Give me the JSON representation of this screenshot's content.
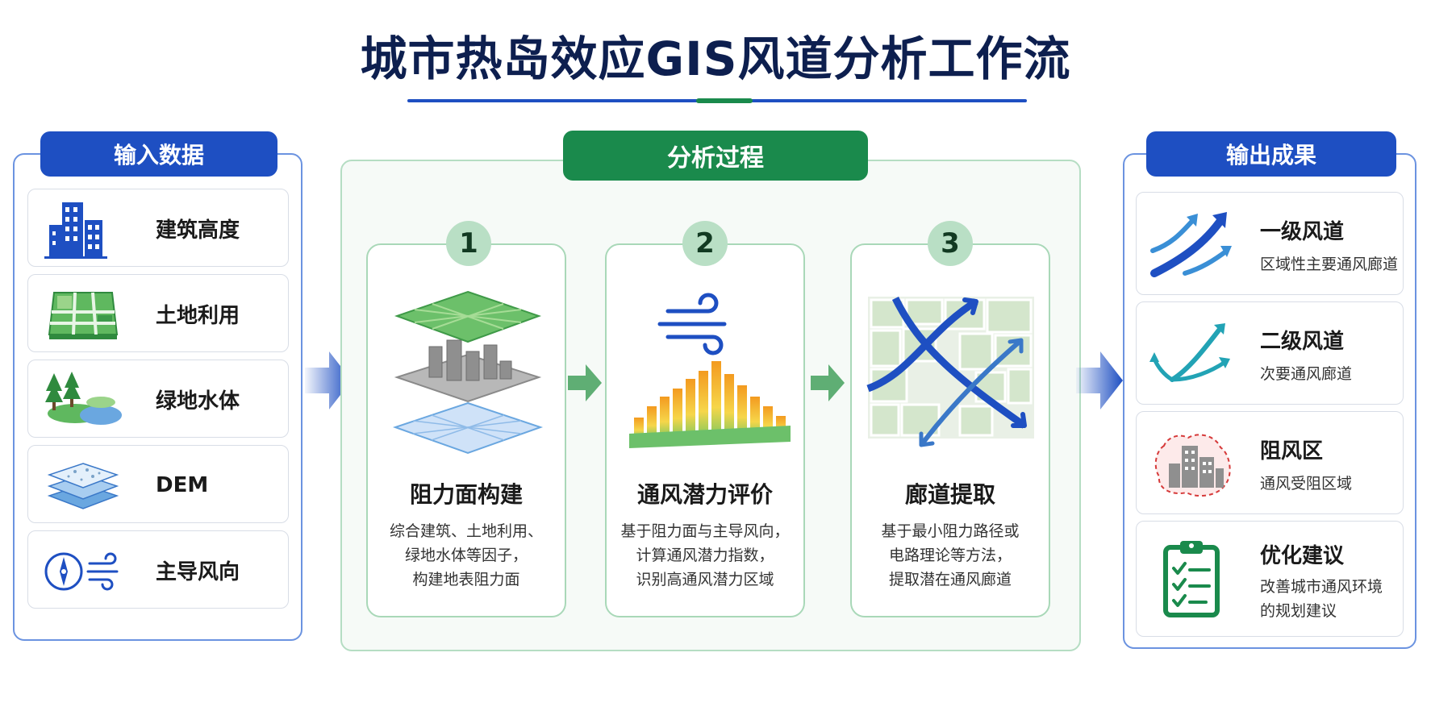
{
  "title": "城市热岛效应GIS风道分析工作流",
  "input": {
    "header": "输入数据",
    "items": [
      {
        "label": "建筑高度",
        "icon": "building-icon"
      },
      {
        "label": "土地利用",
        "icon": "land-use-map-icon"
      },
      {
        "label": "绿地水体",
        "icon": "trees-water-icon"
      },
      {
        "label": "DEM",
        "icon": "dem-layers-icon"
      },
      {
        "label": "主导风向",
        "icon": "compass-wind-icon"
      }
    ]
  },
  "process": {
    "header": "分析过程",
    "steps": [
      {
        "number": "1",
        "title": "阻力面构建",
        "desc": [
          "综合建筑、土地利用、",
          "绿地水体等因子，",
          "构建地表阻力面"
        ]
      },
      {
        "number": "2",
        "title": "通风潜力评价",
        "desc": [
          "基于阻力面与主导风向，",
          "计算通风潜力指数，",
          "识别高通风潜力区域"
        ]
      },
      {
        "number": "3",
        "title": "廊道提取",
        "desc": [
          "基于最小阻力路径或",
          "电路理论等方法，",
          "提取潜在通风廊道"
        ]
      }
    ]
  },
  "output": {
    "header": "输出成果",
    "items": [
      {
        "title": "一级风道",
        "desc": [
          "区域性主要通风廊道"
        ],
        "icon": "primary-corridor-arrows-icon"
      },
      {
        "title": "二级风道",
        "desc": [
          "次要通风廊道"
        ],
        "icon": "secondary-corridor-arrows-icon"
      },
      {
        "title": "阻风区",
        "desc": [
          "通风受阻区域"
        ],
        "icon": "blocked-area-buildings-icon"
      },
      {
        "title": "优化建议",
        "desc": [
          "改善城市通风环境",
          "的规划建议"
        ],
        "icon": "clipboard-checklist-icon"
      }
    ]
  },
  "colors": {
    "primary_blue": "#1e4fc2",
    "primary_green": "#1a8a4c",
    "title_navy": "#0d1f4f"
  }
}
